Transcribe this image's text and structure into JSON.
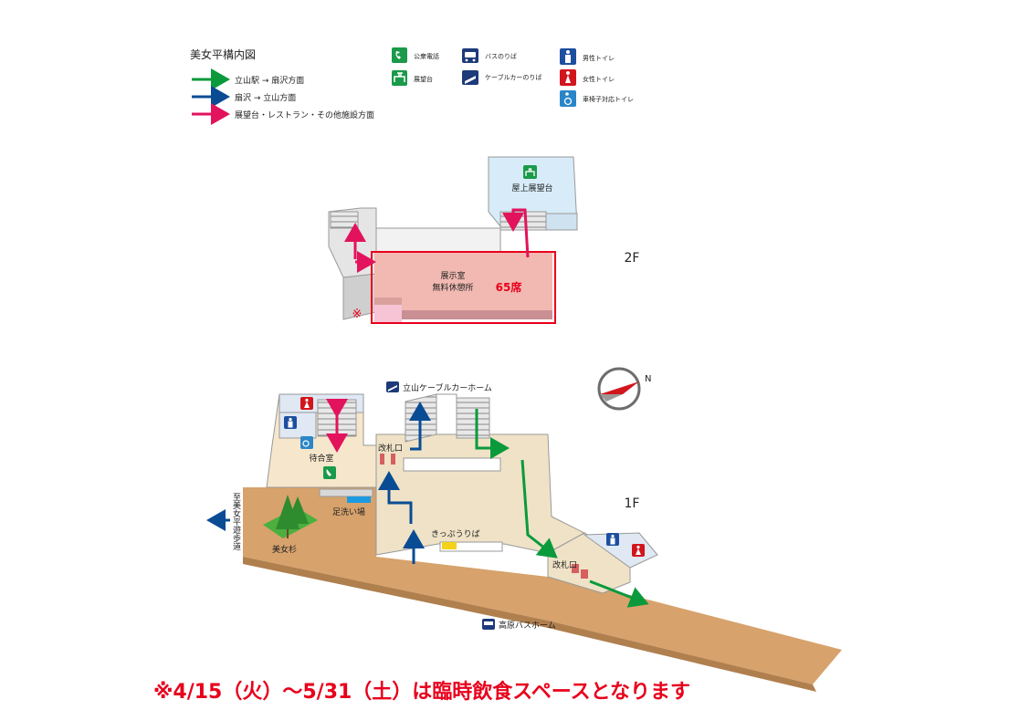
{
  "title": "美女平構内図",
  "legend": {
    "routes": [
      {
        "label": "立山駅 → 扇沢方面",
        "color": "#0a9a3c"
      },
      {
        "label": "扇沢 → 立山方面",
        "color": "#0a4c94"
      },
      {
        "label": "展望台・レストラン・その他施設方面",
        "color": "#e2135c"
      }
    ],
    "icons": [
      {
        "label": "公衆電話",
        "icon": "phone-icon"
      },
      {
        "label": "展望台",
        "icon": "observatory-icon"
      },
      {
        "label": "バスのりば",
        "icon": "bus-icon"
      },
      {
        "label": "ケーブルカーのりば",
        "icon": "cable-car-icon"
      },
      {
        "label": "男性トイレ",
        "icon": "male-toilet-icon"
      },
      {
        "label": "女性トイレ",
        "icon": "female-toilet-icon"
      },
      {
        "label": "車椅子対応トイレ",
        "icon": "wheelchair-toilet-icon"
      }
    ]
  },
  "floor2": {
    "floor_label": "2F",
    "rooftop": "屋上展望台",
    "room_line1": "展示室",
    "room_line2": "無料休憩所",
    "seats": "65席",
    "note_mark": "※"
  },
  "floor1": {
    "floor_label": "1F",
    "cable_platform": "立山ケーブルカーホーム",
    "waiting_room": "待合室",
    "gate_upper": "改札口",
    "gate_lower": "改札口",
    "foot_bath": "足洗い場",
    "ticket": "きっぷうりば",
    "tree": "美女杉",
    "trail": "至美女平遊歩道",
    "bus_platform": "高原バスホーム"
  },
  "compass": {
    "north": "N"
  },
  "colors": {
    "accent": "#e8001c",
    "route_green": "#0a9a3c",
    "route_blue": "#0a4c94",
    "route_pink": "#e2135c"
  },
  "notice": "※4/15（火）～5/31（土）は臨時飲食スペースとなります"
}
